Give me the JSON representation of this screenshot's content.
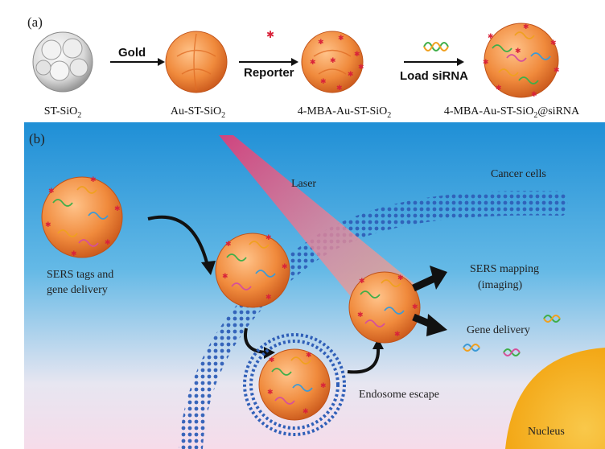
{
  "panel_a": {
    "label": "(a)",
    "steps": [
      {
        "caption_main": "ST-SiO",
        "caption_sub": "2",
        "caption_tail": ""
      },
      {
        "caption_main": "Au-ST-SiO",
        "caption_sub": "2",
        "caption_tail": ""
      },
      {
        "caption_main": "4-MBA-Au-ST-SiO",
        "caption_sub": "2",
        "caption_tail": ""
      },
      {
        "caption_main": "4-MBA-Au-ST-SiO",
        "caption_sub": "2",
        "caption_tail": "@siRNA"
      }
    ],
    "arrows": [
      "Gold",
      "Reporter",
      "Load siRNA"
    ]
  },
  "panel_b": {
    "label": "(b)",
    "laser": "Laser",
    "cancer_cells": "Cancer cells",
    "sers_tags_line1": "SERS tags and",
    "sers_tags_line2": "gene delivery",
    "sers_mapping_line1": "SERS mapping",
    "sers_mapping_line2": "(imaging)",
    "gene_delivery": "Gene delivery",
    "endosome_escape": "Endosome escape",
    "nucleus": "Nucleus"
  },
  "colors": {
    "particle_orange": "#f08a3c",
    "reporter_red": "#d9233a",
    "membrane_blue": "#2f5fb8",
    "nucleus_yellow": "#f7b21c",
    "sky_top": "#1f8fd6",
    "sky_bottom": "#f6dcea"
  }
}
